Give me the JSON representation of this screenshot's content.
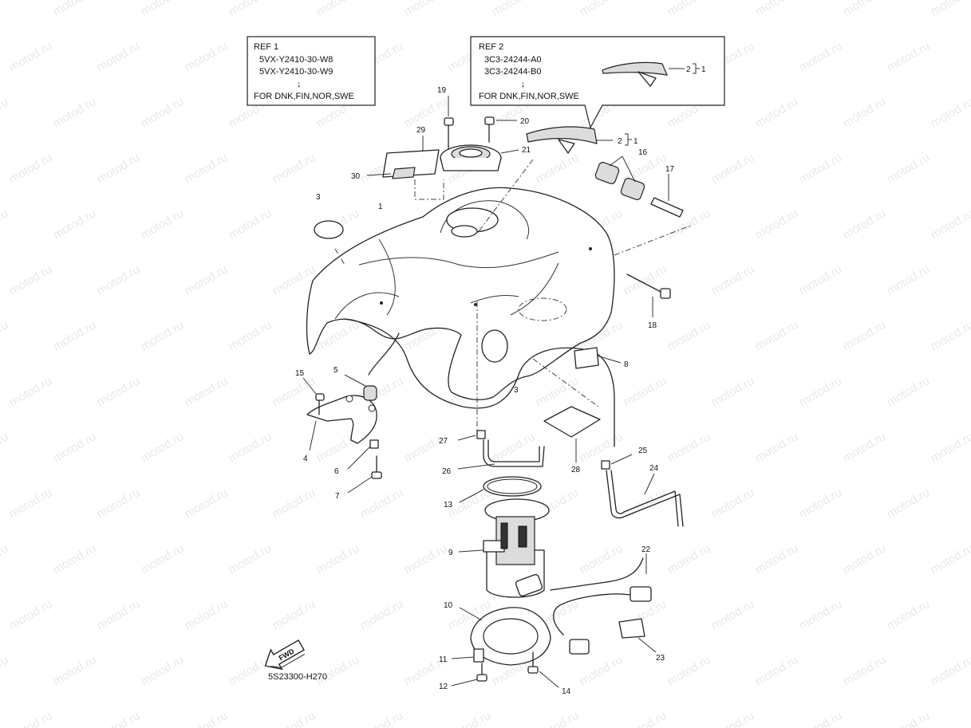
{
  "watermark": "motod.ru",
  "ref_boxes": [
    {
      "title": "REF 1",
      "lines": [
        "5VX-Y2410-30-W8",
        "5VX-Y2410-30-W9"
      ],
      "arrow": "↓",
      "note": "FOR DNK,FIN,NOR,SWE"
    },
    {
      "title": "REF 2",
      "lines": [
        "3C3-24244-A0",
        "3C3-24244-B0"
      ],
      "arrow": "↓",
      "note": "FOR DNK,FIN,NOR,SWE"
    }
  ],
  "ref2_inset_labels": {
    "part": "2",
    "bracket": "1"
  },
  "callouts": [
    "1",
    "2",
    "3",
    "3",
    "4",
    "5",
    "6",
    "7",
    "8",
    "9",
    "10",
    "11",
    "12",
    "13",
    "14",
    "15",
    "16",
    "17",
    "18",
    "19",
    "20",
    "21",
    "22",
    "23",
    "24",
    "25",
    "26",
    "27",
    "28",
    "29",
    "30",
    "1"
  ],
  "fwd_label": "FWD",
  "drawing_code": "5S23300-H270"
}
